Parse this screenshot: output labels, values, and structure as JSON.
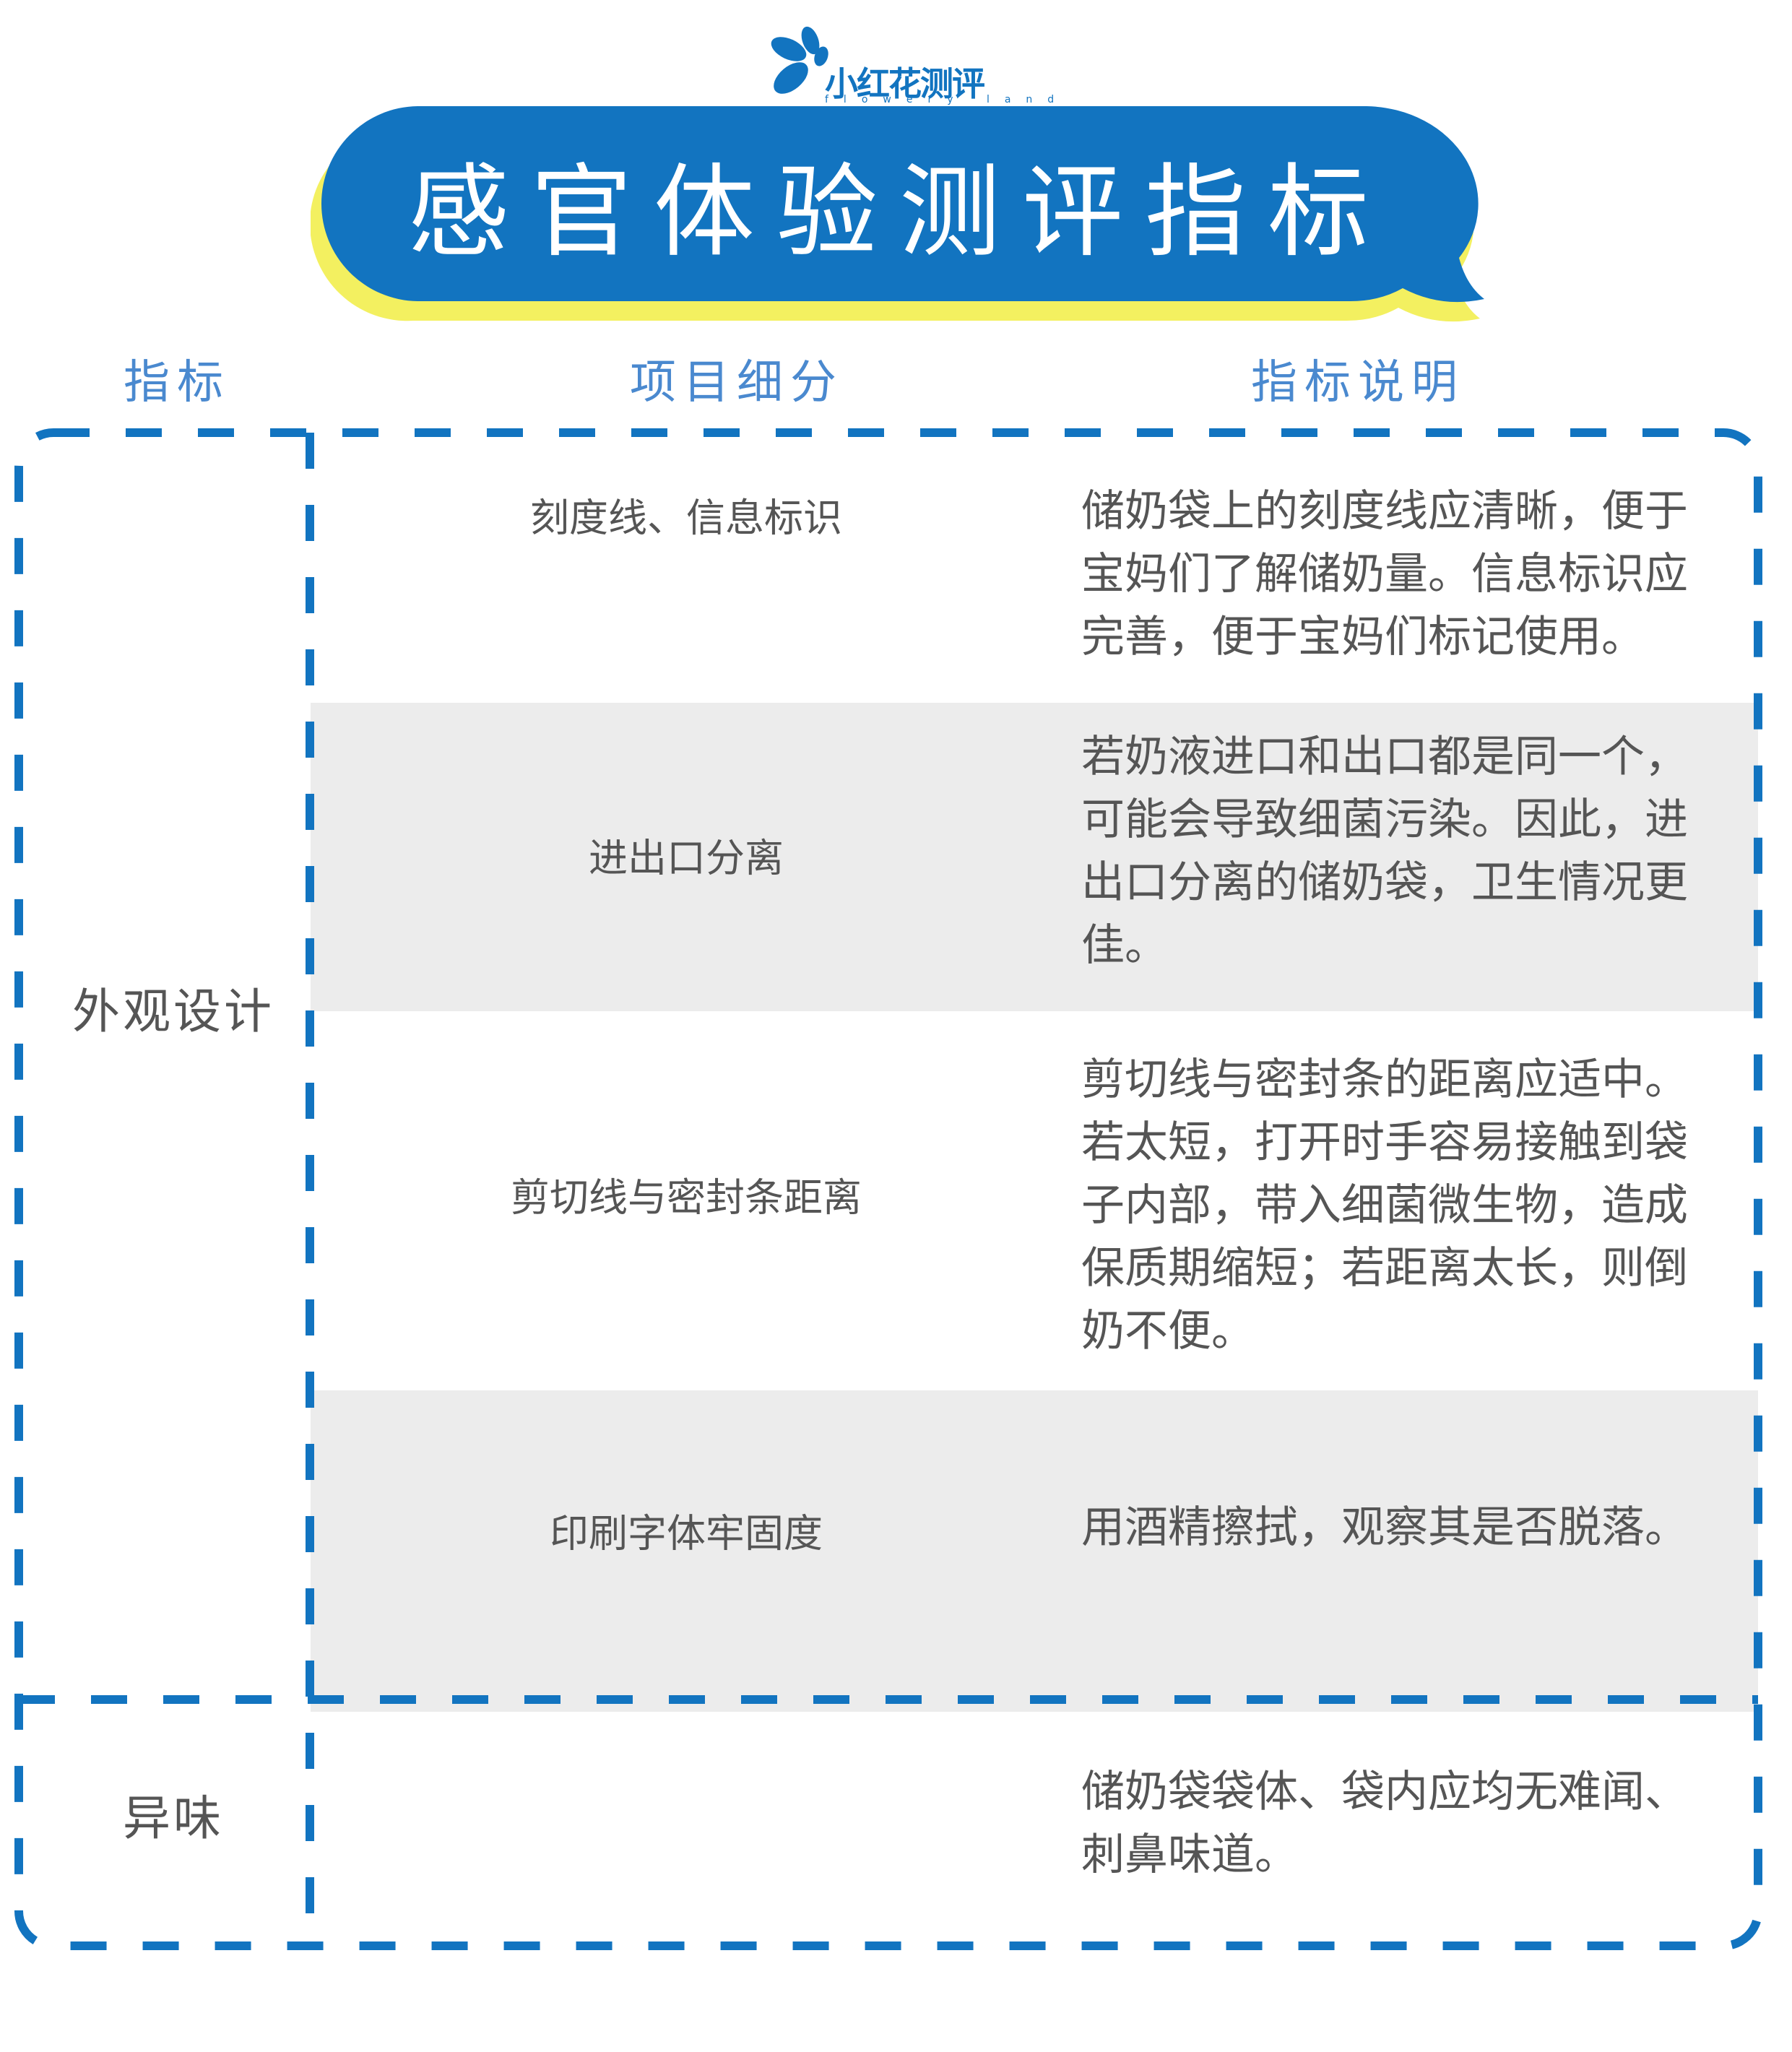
{
  "brand": {
    "name": "小红花测评",
    "tagline": "flowery land",
    "logo_icon": "flower-petals-icon",
    "color": "#1274c0"
  },
  "title": {
    "text": "感官体验测评指标",
    "bubble_color": "#1274c0",
    "shadow_color": "#f3f060"
  },
  "columns": {
    "indicator": "指标",
    "item": "项目细分",
    "description": "指标说明",
    "header_color": "#4a89cf"
  },
  "sections": [
    {
      "indicator": "外观设计",
      "rows": [
        {
          "item": "刻度线、信息标识",
          "description": "储奶袋上的刻度线应清晰，便于\n宝妈们了解储奶量。信息标识应\n完善，便于宝妈们标记使用。",
          "shaded": false
        },
        {
          "item": "进出口分离",
          "description": "若奶液进口和出口都是同一个，\n可能会导致细菌污染。因此，进\n出口分离的储奶袋，卫生情况更\n佳。",
          "shaded": true
        },
        {
          "item": "剪切线与密封条距离",
          "description": "剪切线与密封条的距离应适中。\n若太短，打开时手容易接触到袋\n子内部，带入细菌微生物，造成\n保质期缩短；若距离太长，则倒\n奶不便。",
          "shaded": false
        },
        {
          "item": "印刷字体牢固度",
          "description": "用酒精擦拭，观察其是否脱落。",
          "shaded": true
        }
      ]
    },
    {
      "indicator": "异味",
      "rows": [
        {
          "item": "",
          "description": "储奶袋袋体、袋内应均无难闻、\n刺鼻味道。",
          "shaded": false
        }
      ]
    }
  ],
  "colors": {
    "border": "#1274c0",
    "text": "#555555",
    "shade": "#ececec"
  }
}
